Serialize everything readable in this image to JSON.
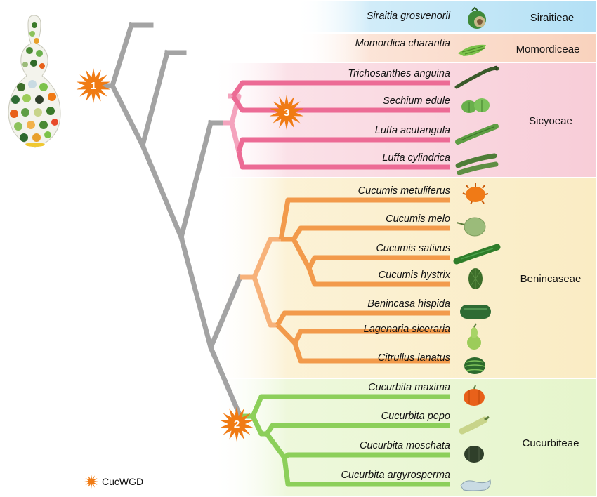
{
  "tribes": [
    {
      "name": "Siraitieae",
      "color": "#b3e0f5"
    },
    {
      "name": "Momordiceae",
      "color": "#f9d2bd"
    },
    {
      "name": "Sicyoeae",
      "color": "#f8cdd8"
    },
    {
      "name": "Benincaseae",
      "color": "#faecc4"
    },
    {
      "name": "Cucurbiteae",
      "color": "#e6f5cc"
    }
  ],
  "species": [
    {
      "name": "Siraitia grosvenorii",
      "tribe": "Siraitieae",
      "icon": "monk-fruit-icon",
      "fruit_color": "#3f8a3a"
    },
    {
      "name": "Momordica charantia",
      "tribe": "Momordiceae",
      "icon": "bitter-melon-icon",
      "fruit_color": "#7cc24a"
    },
    {
      "name": "Trichosanthes anguina",
      "tribe": "Sicyoeae",
      "icon": "snake-gourd-icon",
      "fruit_color": "#3a5a2a"
    },
    {
      "name": "Sechium edule",
      "tribe": "Sicyoeae",
      "icon": "chayote-icon",
      "fruit_color": "#6ab04c"
    },
    {
      "name": "Luffa acutangula",
      "tribe": "Sicyoeae",
      "icon": "ridged-gourd-icon",
      "fruit_color": "#5f9e44"
    },
    {
      "name": "Luffa cylindrica",
      "tribe": "Sicyoeae",
      "icon": "sponge-gourd-icon",
      "fruit_color": "#4f7d38"
    },
    {
      "name": "Cucumis metuliferus",
      "tribe": "Benincaseae",
      "icon": "horned-melon-icon",
      "fruit_color": "#f07a16"
    },
    {
      "name": "Cucumis melo",
      "tribe": "Benincaseae",
      "icon": "melon-icon",
      "fruit_color": "#9bbb7a"
    },
    {
      "name": "Cucumis sativus",
      "tribe": "Benincaseae",
      "icon": "cucumber-icon",
      "fruit_color": "#2f7d2a"
    },
    {
      "name": "Cucumis hystrix",
      "tribe": "Benincaseae",
      "icon": "wild-cucumber-icon",
      "fruit_color": "#3d6e2a"
    },
    {
      "name": "Benincasa hispida",
      "tribe": "Benincaseae",
      "icon": "wax-gourd-icon",
      "fruit_color": "#2e6b33"
    },
    {
      "name": "Lagenaria siceraria",
      "tribe": "Benincaseae",
      "icon": "bottle-gourd-icon",
      "fruit_color": "#9ccc5a"
    },
    {
      "name": "Citrullus lanatus",
      "tribe": "Benincaseae",
      "icon": "watermelon-icon",
      "fruit_color": "#2d6a2d"
    },
    {
      "name": "Cucurbita maxima",
      "tribe": "Cucurbiteae",
      "icon": "pumpkin-icon",
      "fruit_color": "#e8611a"
    },
    {
      "name": "Cucurbita pepo",
      "tribe": "Cucurbiteae",
      "icon": "zucchini-icon",
      "fruit_color": "#c8d48a"
    },
    {
      "name": "Cucurbita moschata",
      "tribe": "Cucurbiteae",
      "icon": "squash-icon",
      "fruit_color": "#2f3f2a"
    },
    {
      "name": "Cucurbita argyrosperma",
      "tribe": "Cucurbiteae",
      "icon": "cushaw-icon",
      "fruit_color": "#c9dbe3"
    }
  ],
  "wgd_events": [
    "1",
    "2",
    "3"
  ],
  "legend": {
    "label": "CucWGD",
    "star_color": "#f07b14"
  },
  "colors": {
    "backbone": "#a3a3a3",
    "siraitieae_branch": "#3fa9e0",
    "momordiceae_branch": "#f0c27a",
    "sicyoeae_branch": "#ec5e8c",
    "benincaseae_branch": "#f29a4b",
    "cucurbiteae_branch": "#8ccf5a"
  },
  "logo": {
    "icon": "gourd-collage-icon"
  }
}
